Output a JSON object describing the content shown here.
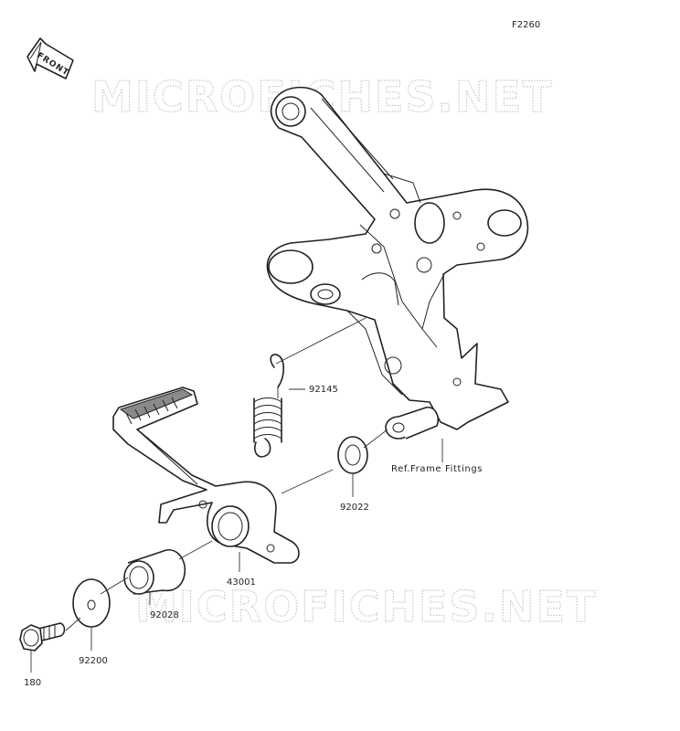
{
  "figure_id": "F2260",
  "front_label": "FRONT",
  "watermarks": [
    "MICROFICHES.NET",
    "MICROFICHES.NET"
  ],
  "watermark_color": "#c9c9c9",
  "callouts": [
    {
      "id": "spring",
      "text": "92145"
    },
    {
      "id": "washer",
      "text": "92022"
    },
    {
      "id": "ref-frame",
      "text": "Ref.Frame Fittings"
    },
    {
      "id": "pedal",
      "text": "43001"
    },
    {
      "id": "bushing",
      "text": "92028"
    },
    {
      "id": "washer-large",
      "text": "92200"
    },
    {
      "id": "bolt",
      "text": "180"
    }
  ]
}
